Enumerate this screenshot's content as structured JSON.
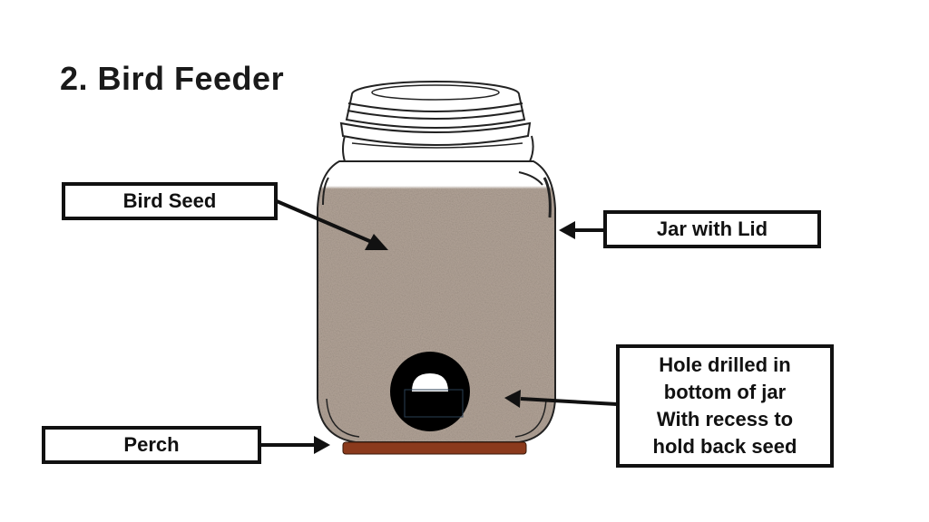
{
  "title": "2. Bird Feeder",
  "labels": {
    "bird_seed": "Bird Seed",
    "jar_with_lid": "Jar with Lid",
    "perch": "Perch",
    "hole_line1": "Hole drilled in",
    "hole_line2": "bottom of jar",
    "hole_line3": "With recess to",
    "hole_line4": "hold back seed"
  },
  "colors": {
    "seed": "#b3a498",
    "perch": "#8b3a1c",
    "hole": "#000000",
    "outline": "#222222"
  }
}
